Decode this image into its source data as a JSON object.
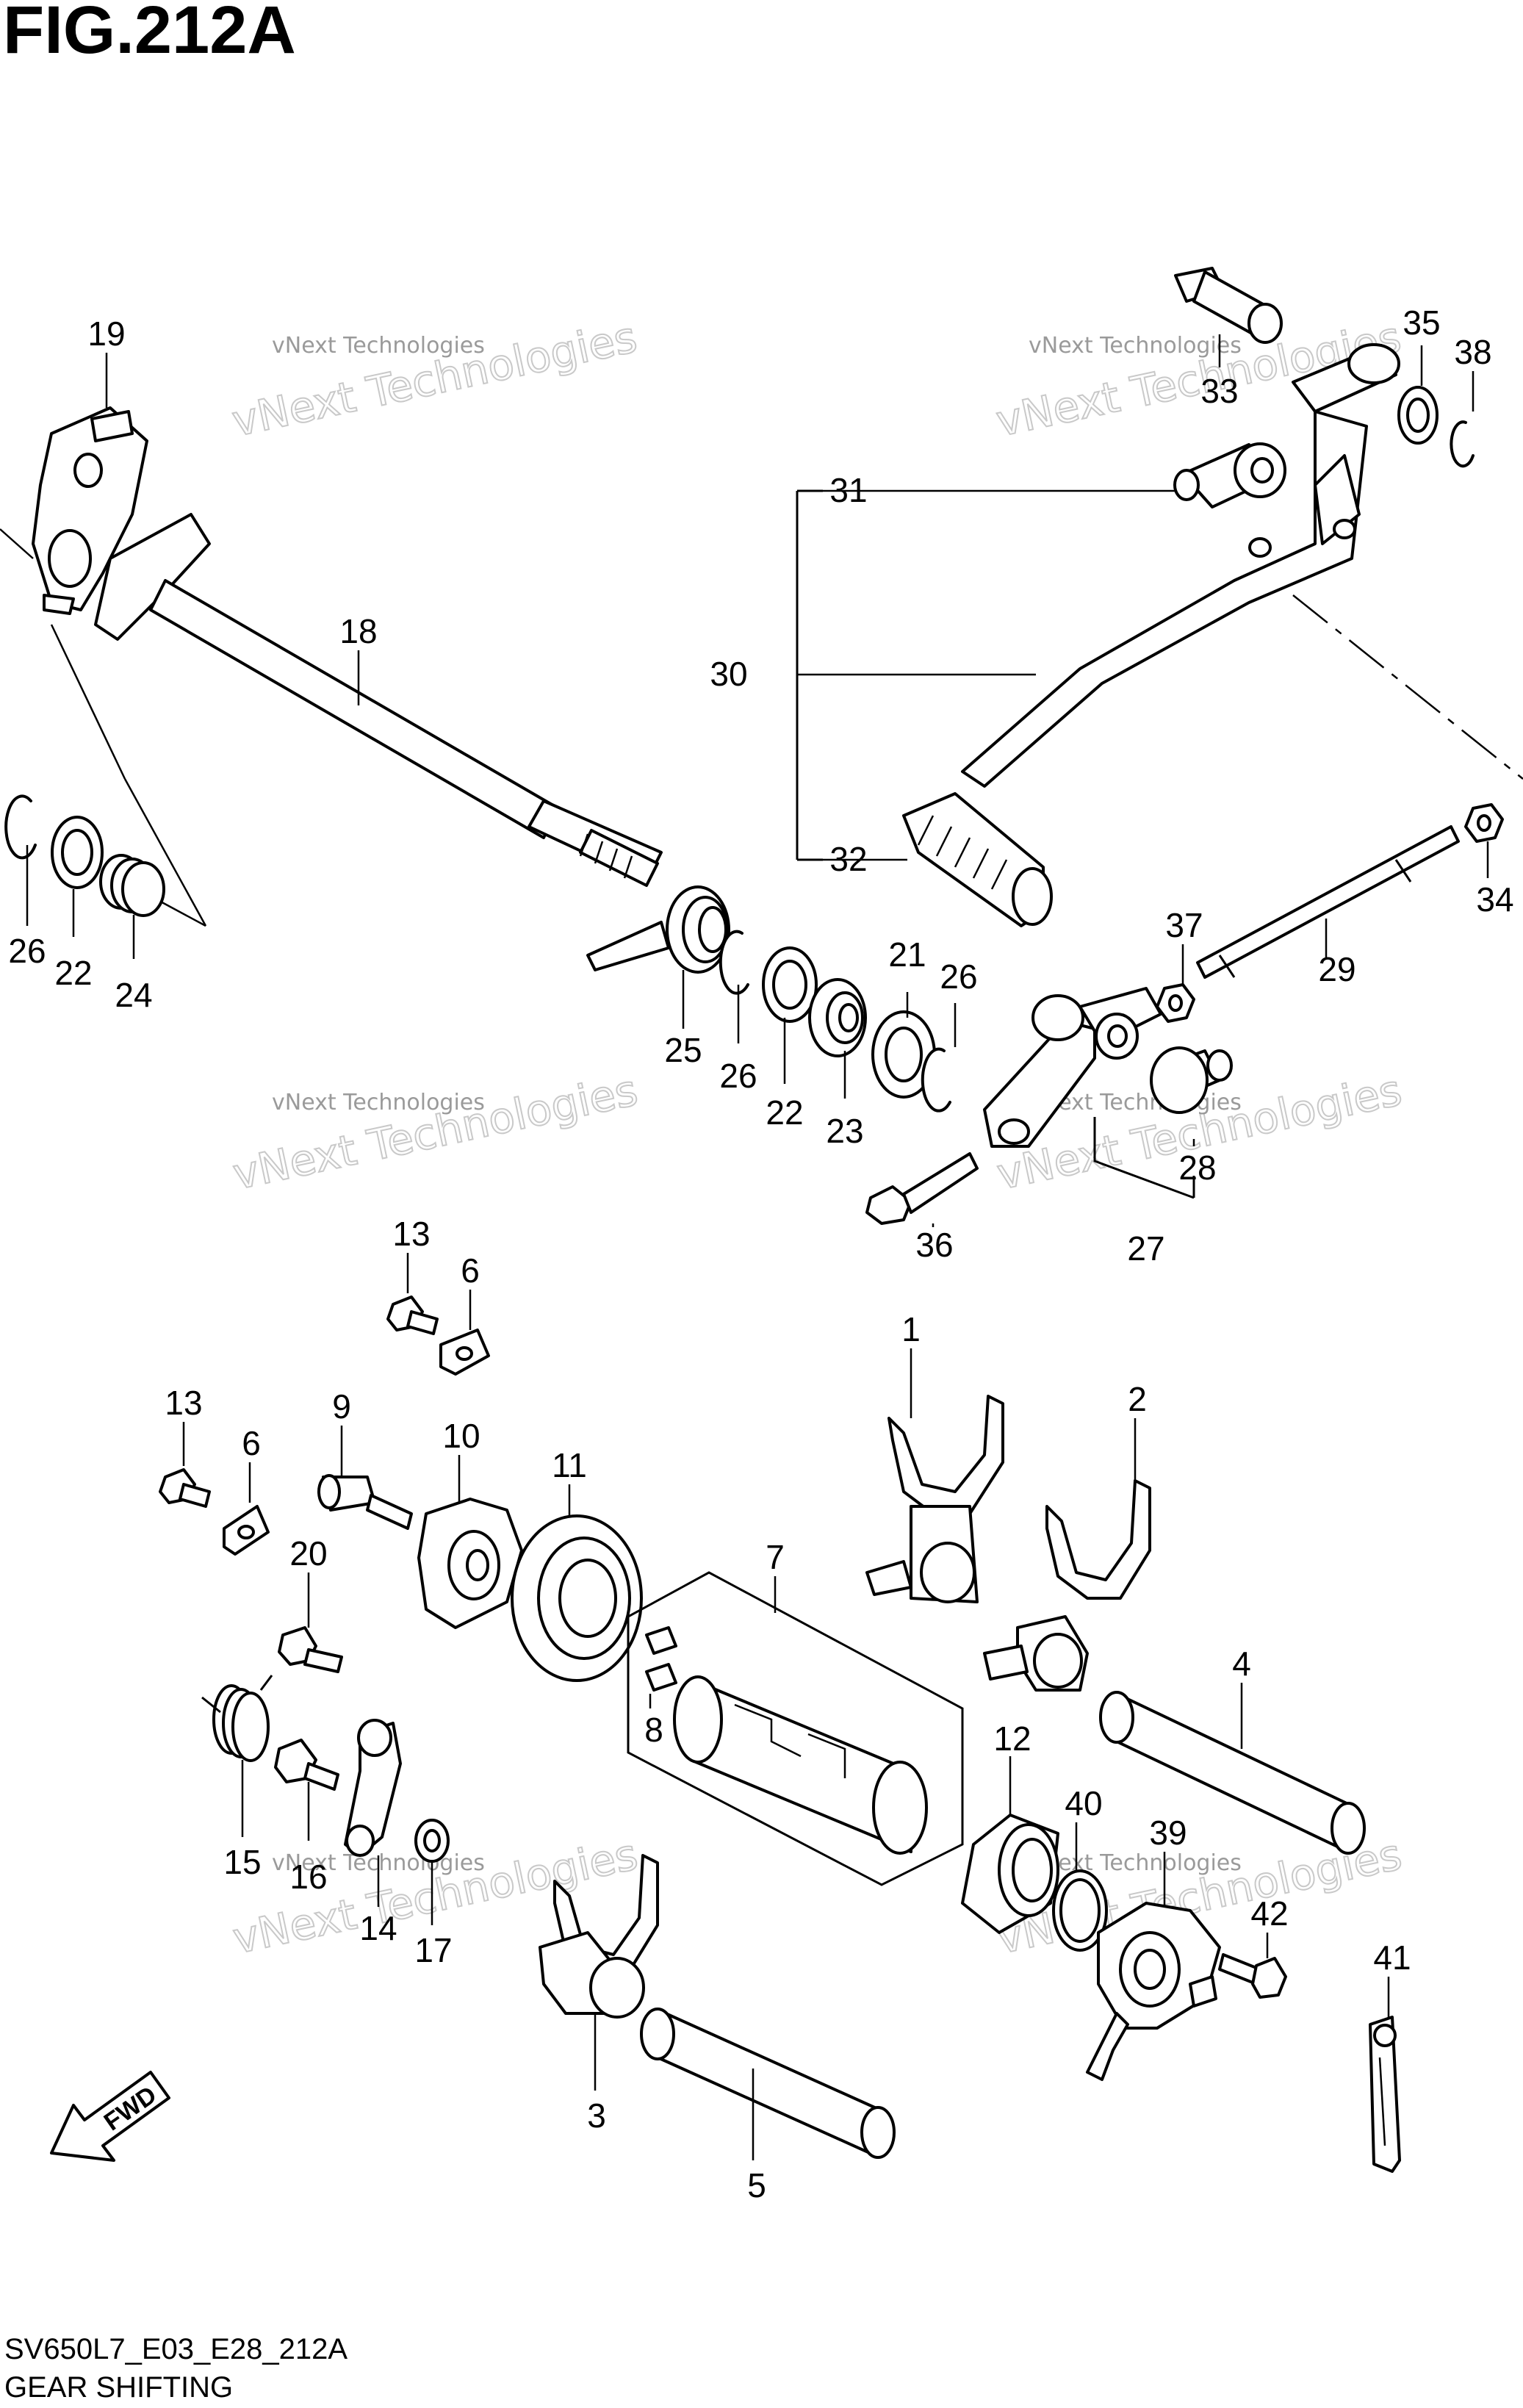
{
  "figure": {
    "title": "FIG.212A",
    "code": "SV650L7_E03_E28_212A",
    "name": "GEAR SHIFTING"
  },
  "watermark": {
    "small": "vNext Technologies",
    "large": "vNext Technologies"
  },
  "direction_badge": {
    "label": "FWD",
    "icon": "forward-arrow-icon"
  },
  "callouts": {
    "p1": "1",
    "p2": "2",
    "p3": "3",
    "p4": "4",
    "p5": "5",
    "p6a": "6",
    "p6b": "6",
    "p7": "7",
    "p8": "8",
    "p9": "9",
    "p10": "10",
    "p11": "11",
    "p12": "12",
    "p13a": "13",
    "p13b": "13",
    "p14": "14",
    "p15": "15",
    "p16": "16",
    "p17": "17",
    "p18": "18",
    "p19": "19",
    "p20": "20",
    "p21": "21",
    "p22a": "22",
    "p22b": "22",
    "p23": "23",
    "p24": "24",
    "p25": "25",
    "p26a": "26",
    "p26b": "26",
    "p26c": "26",
    "p27": "27",
    "p28": "28",
    "p29": "29",
    "p30": "30",
    "p31": "31",
    "p32": "32",
    "p33": "33",
    "p34": "34",
    "p35": "35",
    "p36": "36",
    "p37": "37",
    "p38": "38",
    "p39": "39",
    "p40": "40",
    "p41": "41",
    "p42": "42"
  }
}
